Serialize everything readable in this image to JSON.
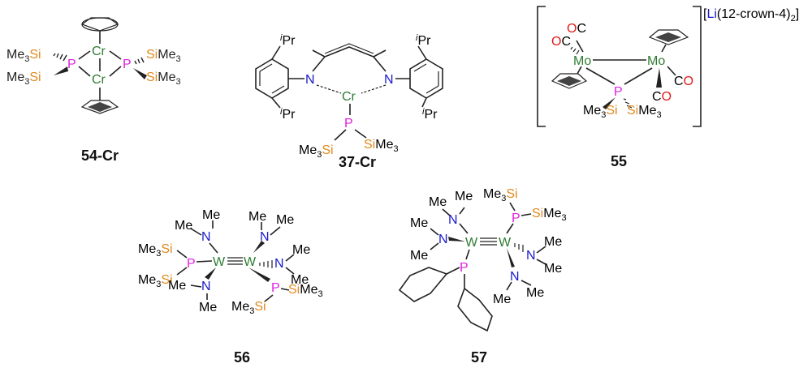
{
  "compounds": [
    {
      "caption": "54-Cr"
    },
    {
      "caption": "37-Cr"
    },
    {
      "caption": "55"
    },
    {
      "caption": "56"
    },
    {
      "caption": "57"
    }
  ],
  "counter_ion": {
    "open": "[",
    "metal": "Li",
    "ligand": "(12-crown-4)",
    "count": "2",
    "close": "]"
  },
  "atoms": {
    "cr": "Cr",
    "mo": "Mo",
    "w": "W",
    "p": "P",
    "n": "N",
    "si": "Si",
    "o": "O",
    "c": "C"
  },
  "groups": {
    "me": "Me",
    "me3": "Me",
    "three": "3",
    "ipr_i": "i",
    "ipr": "Pr",
    "co": "CO",
    "oc": "OC"
  },
  "colors": {
    "metal_cr_mo_w": "#2e7d32",
    "phosphorus": "#e020e0",
    "silicon": "#e08a1e",
    "nitrogen": "#1a1acc",
    "oxygen": "#e01a1a",
    "carbon_text": "#222222"
  }
}
